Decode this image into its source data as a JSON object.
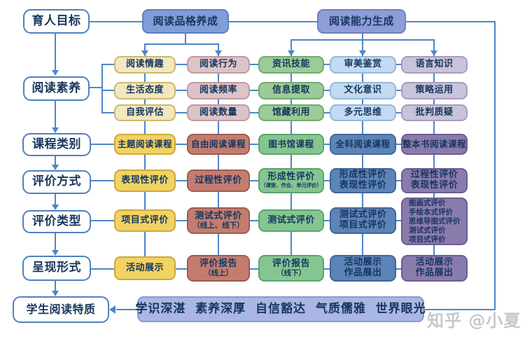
{
  "left": {
    "goal": "育人目标",
    "literacy": "阅读素养",
    "course": "课程类别",
    "method": "评价方式",
    "type": "评价类型",
    "form": "呈现形式",
    "traits": "学生阅读特质"
  },
  "headers": {
    "character": "阅读品格养成",
    "ability": "阅读能力生成"
  },
  "grid": {
    "r1": {
      "c1": "阅读情趣",
      "c2": "阅读行为",
      "c3": "资讯技能",
      "c4": "审美鉴赏",
      "c5": "语言知识"
    },
    "r2": {
      "c1": "生活态度",
      "c2": "阅读频率",
      "c3": "信息提取",
      "c4": "文化意识",
      "c5": "策略运用"
    },
    "r3": {
      "c1": "自我评估",
      "c2": "阅读数量",
      "c3": "馆藏利用",
      "c4": "多元思维",
      "c5": "批判质疑"
    },
    "r4": {
      "c1": "主题阅读课程",
      "c2": "自由阅读课程",
      "c3": "图书馆课程",
      "c4": "全科阅读课程",
      "c5": "整本书阅读课程"
    },
    "r5": {
      "c1": "表现性评价",
      "c2": "过程性评价",
      "c3": [
        "形成性评价",
        "（课堂、作业、单元评价）"
      ],
      "c4": [
        "形成性评价",
        "表现性评价"
      ],
      "c5": [
        "过程性评价",
        "表现性评价"
      ]
    },
    "r6": {
      "c1": "项目式评价",
      "c2": [
        "测试式评价",
        "（线上、线下）"
      ],
      "c3": "测试式评价",
      "c4": [
        "测试式评价",
        "项目式评价"
      ],
      "c5": [
        "图画式评价",
        "手绘本式评价",
        "思维导图式评价",
        "测试式评价",
        "项目式评价"
      ]
    },
    "r7": {
      "c1": "活动展示",
      "c2": [
        "评价报告",
        "（线上）"
      ],
      "c3": [
        "评价报告",
        "（线下）"
      ],
      "c4": [
        "活动展示",
        "作品展出"
      ],
      "c5": [
        "活动展示",
        "作品展出"
      ]
    }
  },
  "banner": "学识深湛  素养深厚  自信豁达  气质儒雅  世界眼光",
  "watermark": "知乎 @小夏",
  "colors": {
    "connector": "#4f86c6",
    "text": "#17365d",
    "header_character": "#7f9dd7",
    "header_ability": "#8e9cd8",
    "col1_light": "#f1e7c1",
    "col2_light": "#dcc4c6",
    "col3_light": "#9bcb98",
    "col4_light": "#c3daf0",
    "col5_light": "#c7c4d9",
    "col1_strong": "#f1d264",
    "col2_strong": "#c27d70",
    "col3_strong": "#85c591",
    "col4_strong": "#5d84b8",
    "col5_strong": "#8a7bad",
    "banner": "#aab6e4",
    "watermark": "#c8c8c8"
  }
}
